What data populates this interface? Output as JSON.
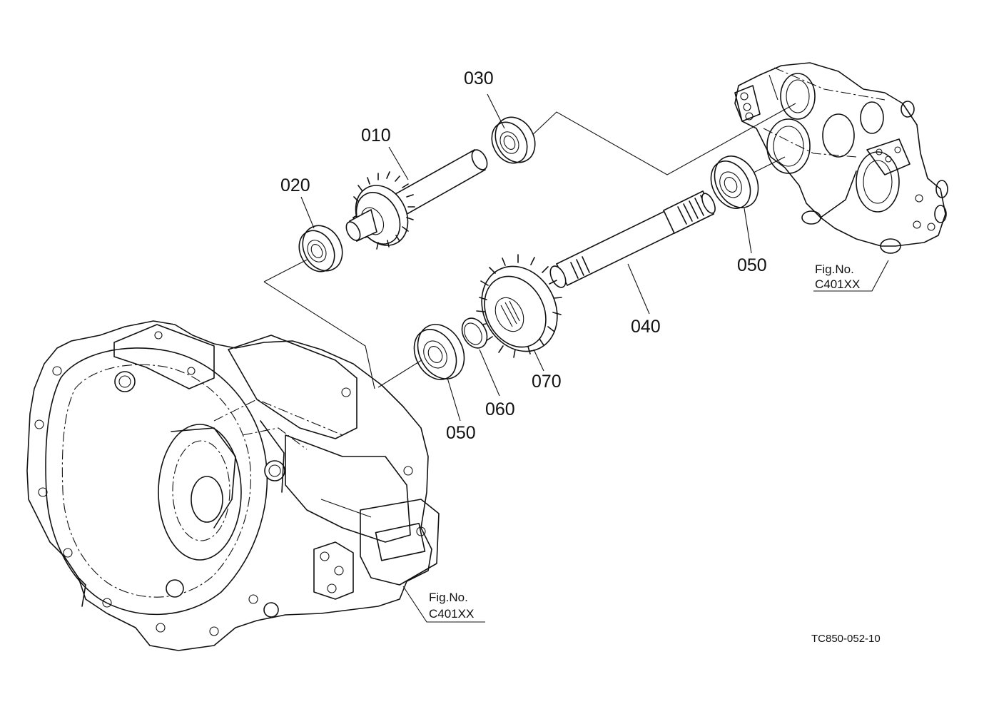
{
  "labels": {
    "p010": "010",
    "p020": "020",
    "p030": "030",
    "p040": "040",
    "p050a": "050",
    "p050b": "050",
    "p060": "060",
    "p070": "070"
  },
  "refs": {
    "top": {
      "line1": "Fig.No.",
      "line2": "C401XX"
    },
    "bottom": {
      "line1": "Fig.No.",
      "line2": "C401XX"
    }
  },
  "drawing_code": "TC850-052-10"
}
